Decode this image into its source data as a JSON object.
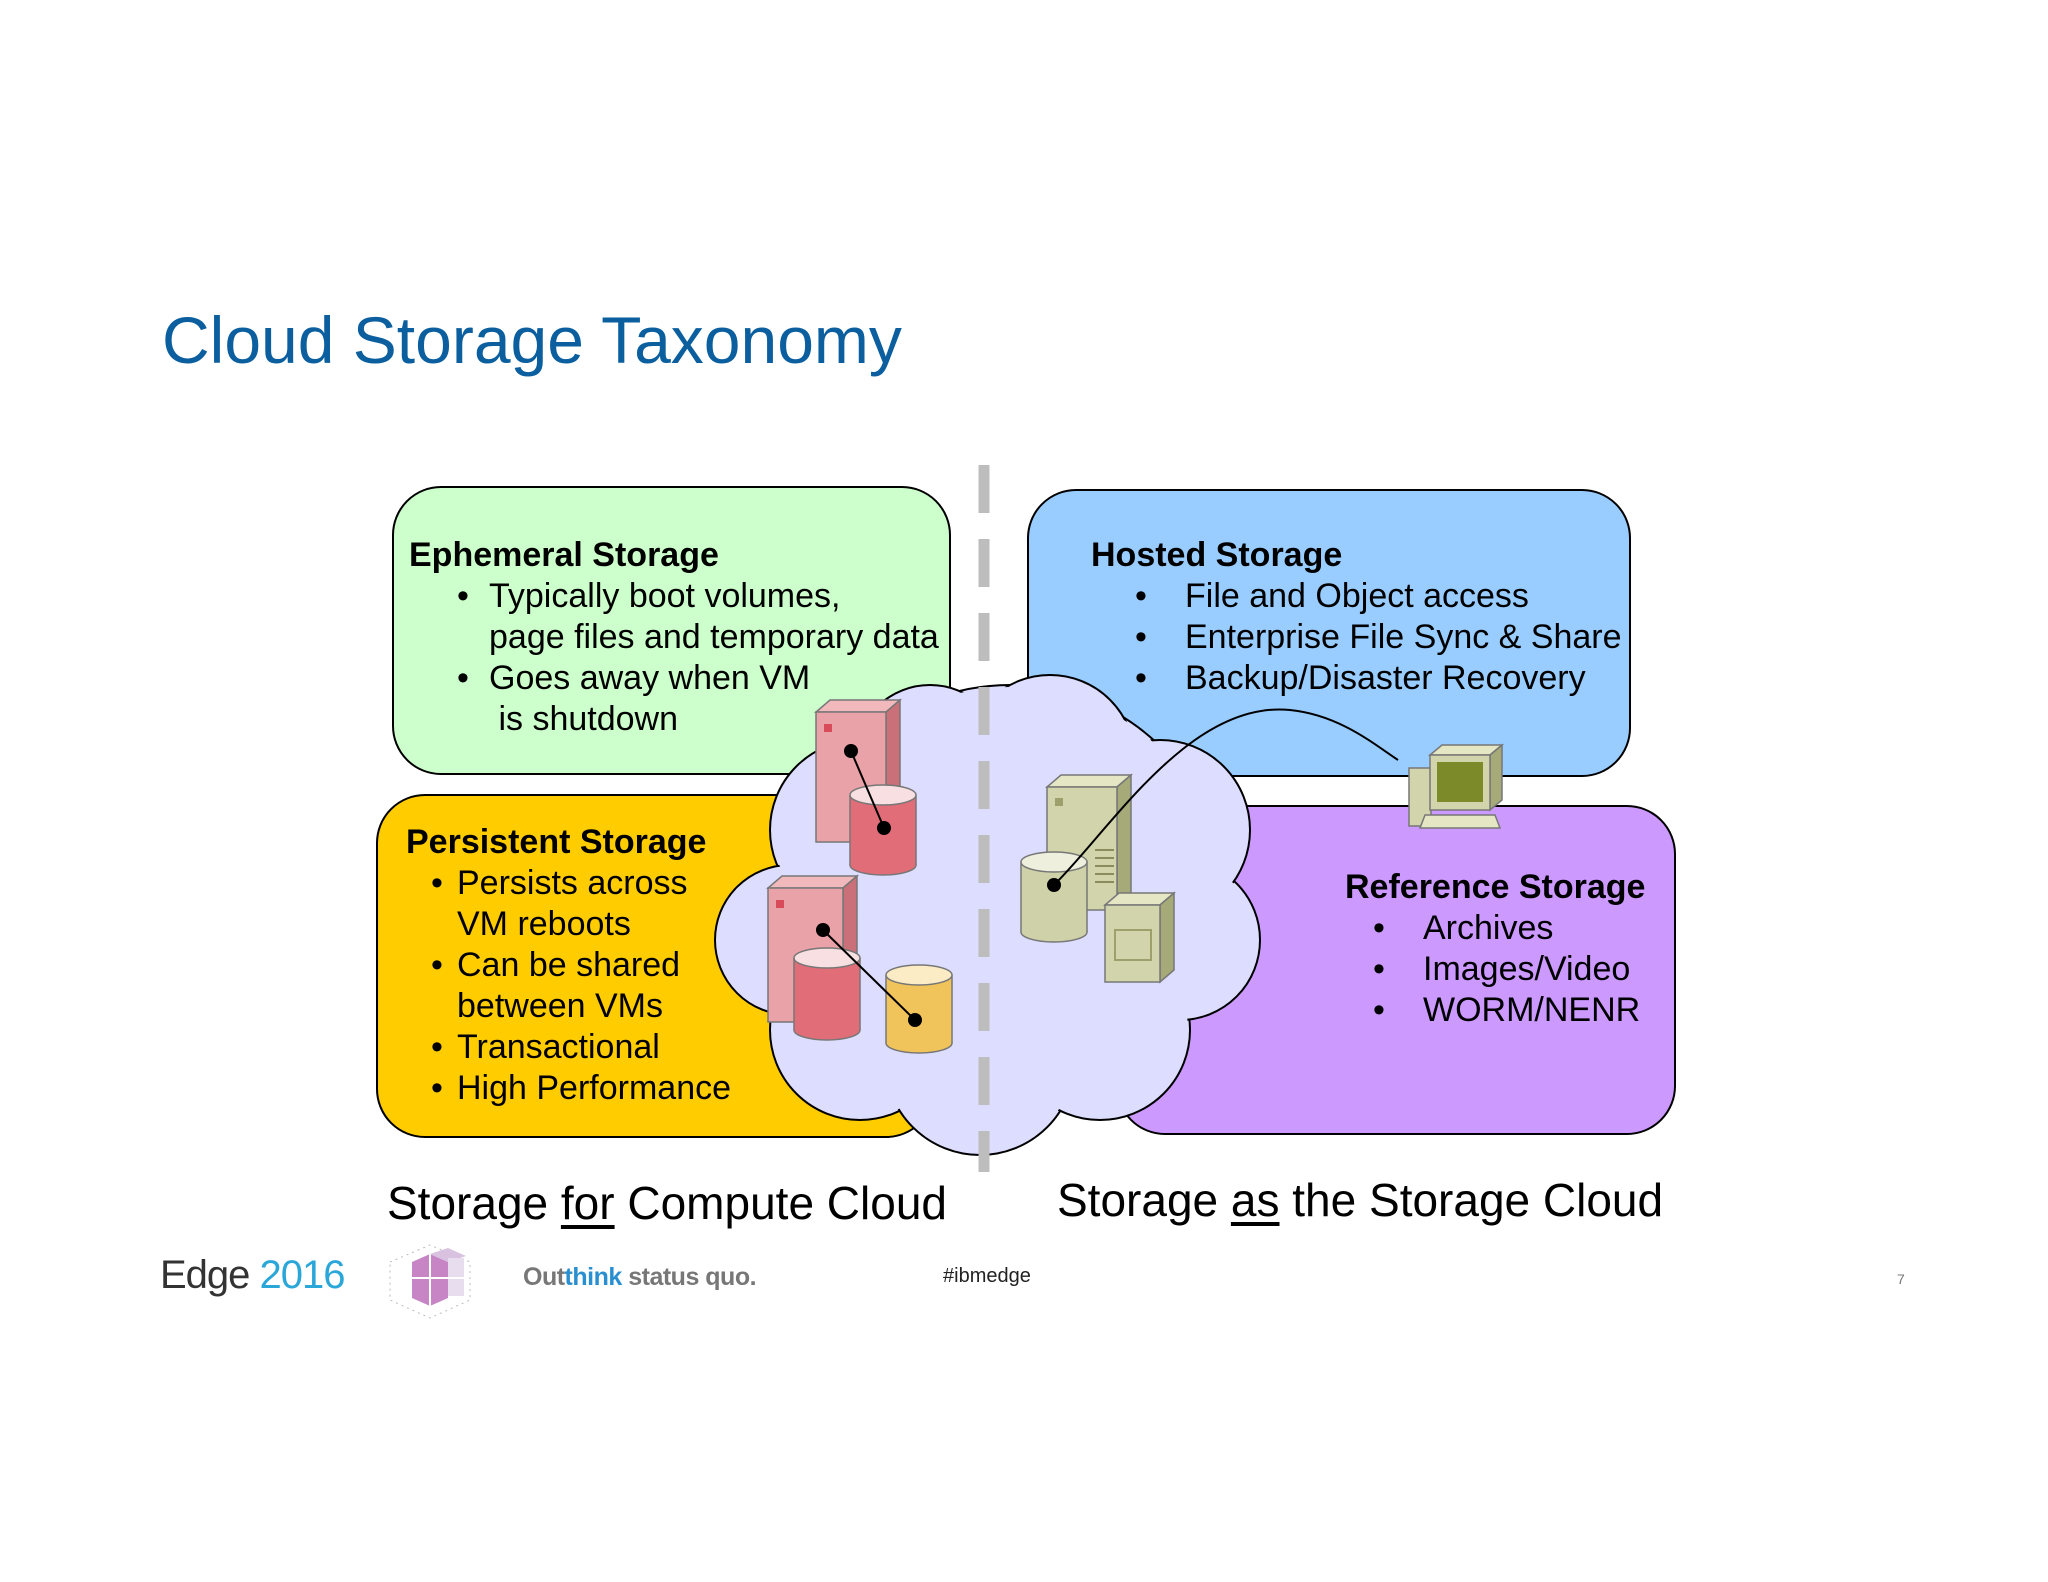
{
  "title": "Cloud Storage Taxonomy",
  "ephemeral": {
    "heading": "Ephemeral Storage",
    "lines": [
      "Typically boot volumes,",
      "page files and temporary data",
      "Goes away when VM",
      " is shutdown"
    ]
  },
  "persistent": {
    "heading": "Persistent Storage",
    "lines": [
      "Persists across",
      "VM reboots",
      "Can be shared",
      "between VMs",
      "Transactional",
      "High Performance"
    ]
  },
  "hosted": {
    "heading": "Hosted Storage",
    "lines": [
      "File and Object access",
      "Enterprise File Sync & Share",
      "Backup/Disaster Recovery"
    ]
  },
  "reference": {
    "heading": "Reference Storage",
    "lines": [
      "Archives",
      "Images/Video",
      "WORM/NENR"
    ]
  },
  "bullet_symbol": "•",
  "labels": {
    "compute_pre": "Storage ",
    "compute_em": "for",
    "compute_post": " Compute Cloud",
    "storage_pre": "Storage ",
    "storage_em": "as",
    "storage_post": " the Storage Cloud"
  },
  "footer": {
    "brand_word": "Edge",
    "brand_year": "2016",
    "tagline_a": "Out",
    "tagline_b": "think",
    "tagline_c": " status quo.",
    "hashtag": "#ibmedge",
    "page_number": "7"
  },
  "colors": {
    "ephemeral_fill": "#ccffcc",
    "persistent_fill": "#ffcc00",
    "hosted_fill": "#99ccff",
    "reference_fill": "#cc99ff",
    "cloud_fill": "#ddddff",
    "title": "#0b5f9e"
  },
  "icons": [
    "server-icon",
    "database-icon",
    "desktop-computer-icon",
    "cloud-shape",
    "ibm-cube-logo"
  ]
}
